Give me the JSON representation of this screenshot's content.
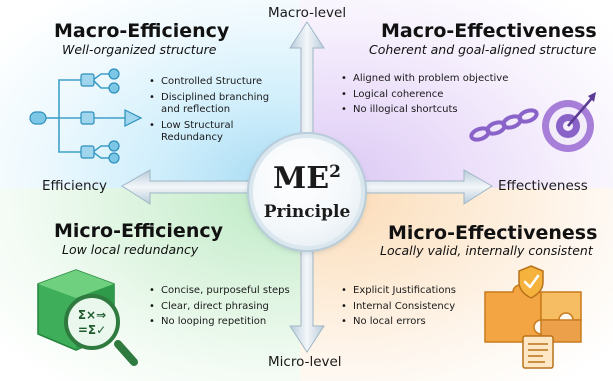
{
  "center": {
    "title": "ME",
    "superscript": "2",
    "subtitle": "Principle"
  },
  "axes": {
    "top": "Macro-level",
    "bottom": "Micro-level",
    "left": "Efficiency",
    "right": "Effectiveness"
  },
  "quadrants": {
    "macro_efficiency": {
      "title": "Macro-Efficiency",
      "subtitle": "Well-organized structure",
      "bullets": [
        "Controlled Structure",
        "Disciplined branching and reflection",
        "Low Structural Redundancy"
      ],
      "icon": "branching-flow-icon"
    },
    "macro_effectiveness": {
      "title": "Macro-Effectiveness",
      "subtitle": "Coherent and goal-aligned structure",
      "bullets": [
        "Aligned with problem objective",
        "Logical coherence",
        "No illogical shortcuts"
      ],
      "icon": "chain-target-icon"
    },
    "micro_efficiency": {
      "title": "Micro-Efficiency",
      "subtitle": "Low local redundancy",
      "bullets": [
        "Concise, purposeful steps",
        "Clear, direct phrasing",
        "No looping repetition"
      ],
      "icon": "magnifier-cube-icon",
      "icon_text": [
        "Σ×⇒",
        "=Σ✓"
      ]
    },
    "micro_effectiveness": {
      "title": "Micro-Effectiveness",
      "subtitle": "Locally valid, internally consistent",
      "bullets": [
        "Explicit Justifications",
        "Internal Consistency",
        "No local errors"
      ],
      "icon": "puzzle-shield-icon"
    }
  },
  "colors": {
    "macro_efficiency": "#cfeefb",
    "macro_effectiveness": "#ece0fa",
    "micro_efficiency": "#dcf4df",
    "micro_effectiveness": "#fdebd6",
    "arrow": "#c8d8e4"
  }
}
